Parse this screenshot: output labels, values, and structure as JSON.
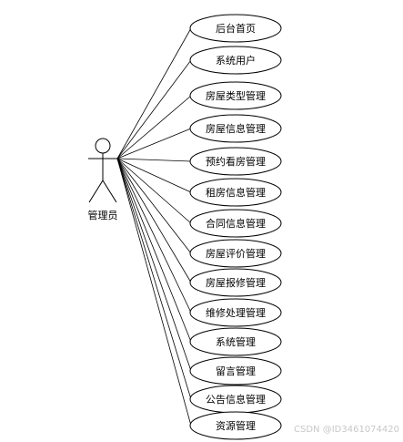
{
  "actor": {
    "label": "管理员"
  },
  "use_cases": [
    {
      "label": "后台首页"
    },
    {
      "label": "系统用户"
    },
    {
      "label": "房屋类型管理"
    },
    {
      "label": "房屋信息管理"
    },
    {
      "label": "预约看房管理"
    },
    {
      "label": "租房信息管理"
    },
    {
      "label": "合同信息管理"
    },
    {
      "label": "房屋评价管理"
    },
    {
      "label": "房屋报修管理"
    },
    {
      "label": "维修处理管理"
    },
    {
      "label": "系统管理"
    },
    {
      "label": "留言管理"
    },
    {
      "label": "公告信息管理"
    },
    {
      "label": "资源管理"
    }
  ],
  "watermark": "CSDN @ID3461074420"
}
